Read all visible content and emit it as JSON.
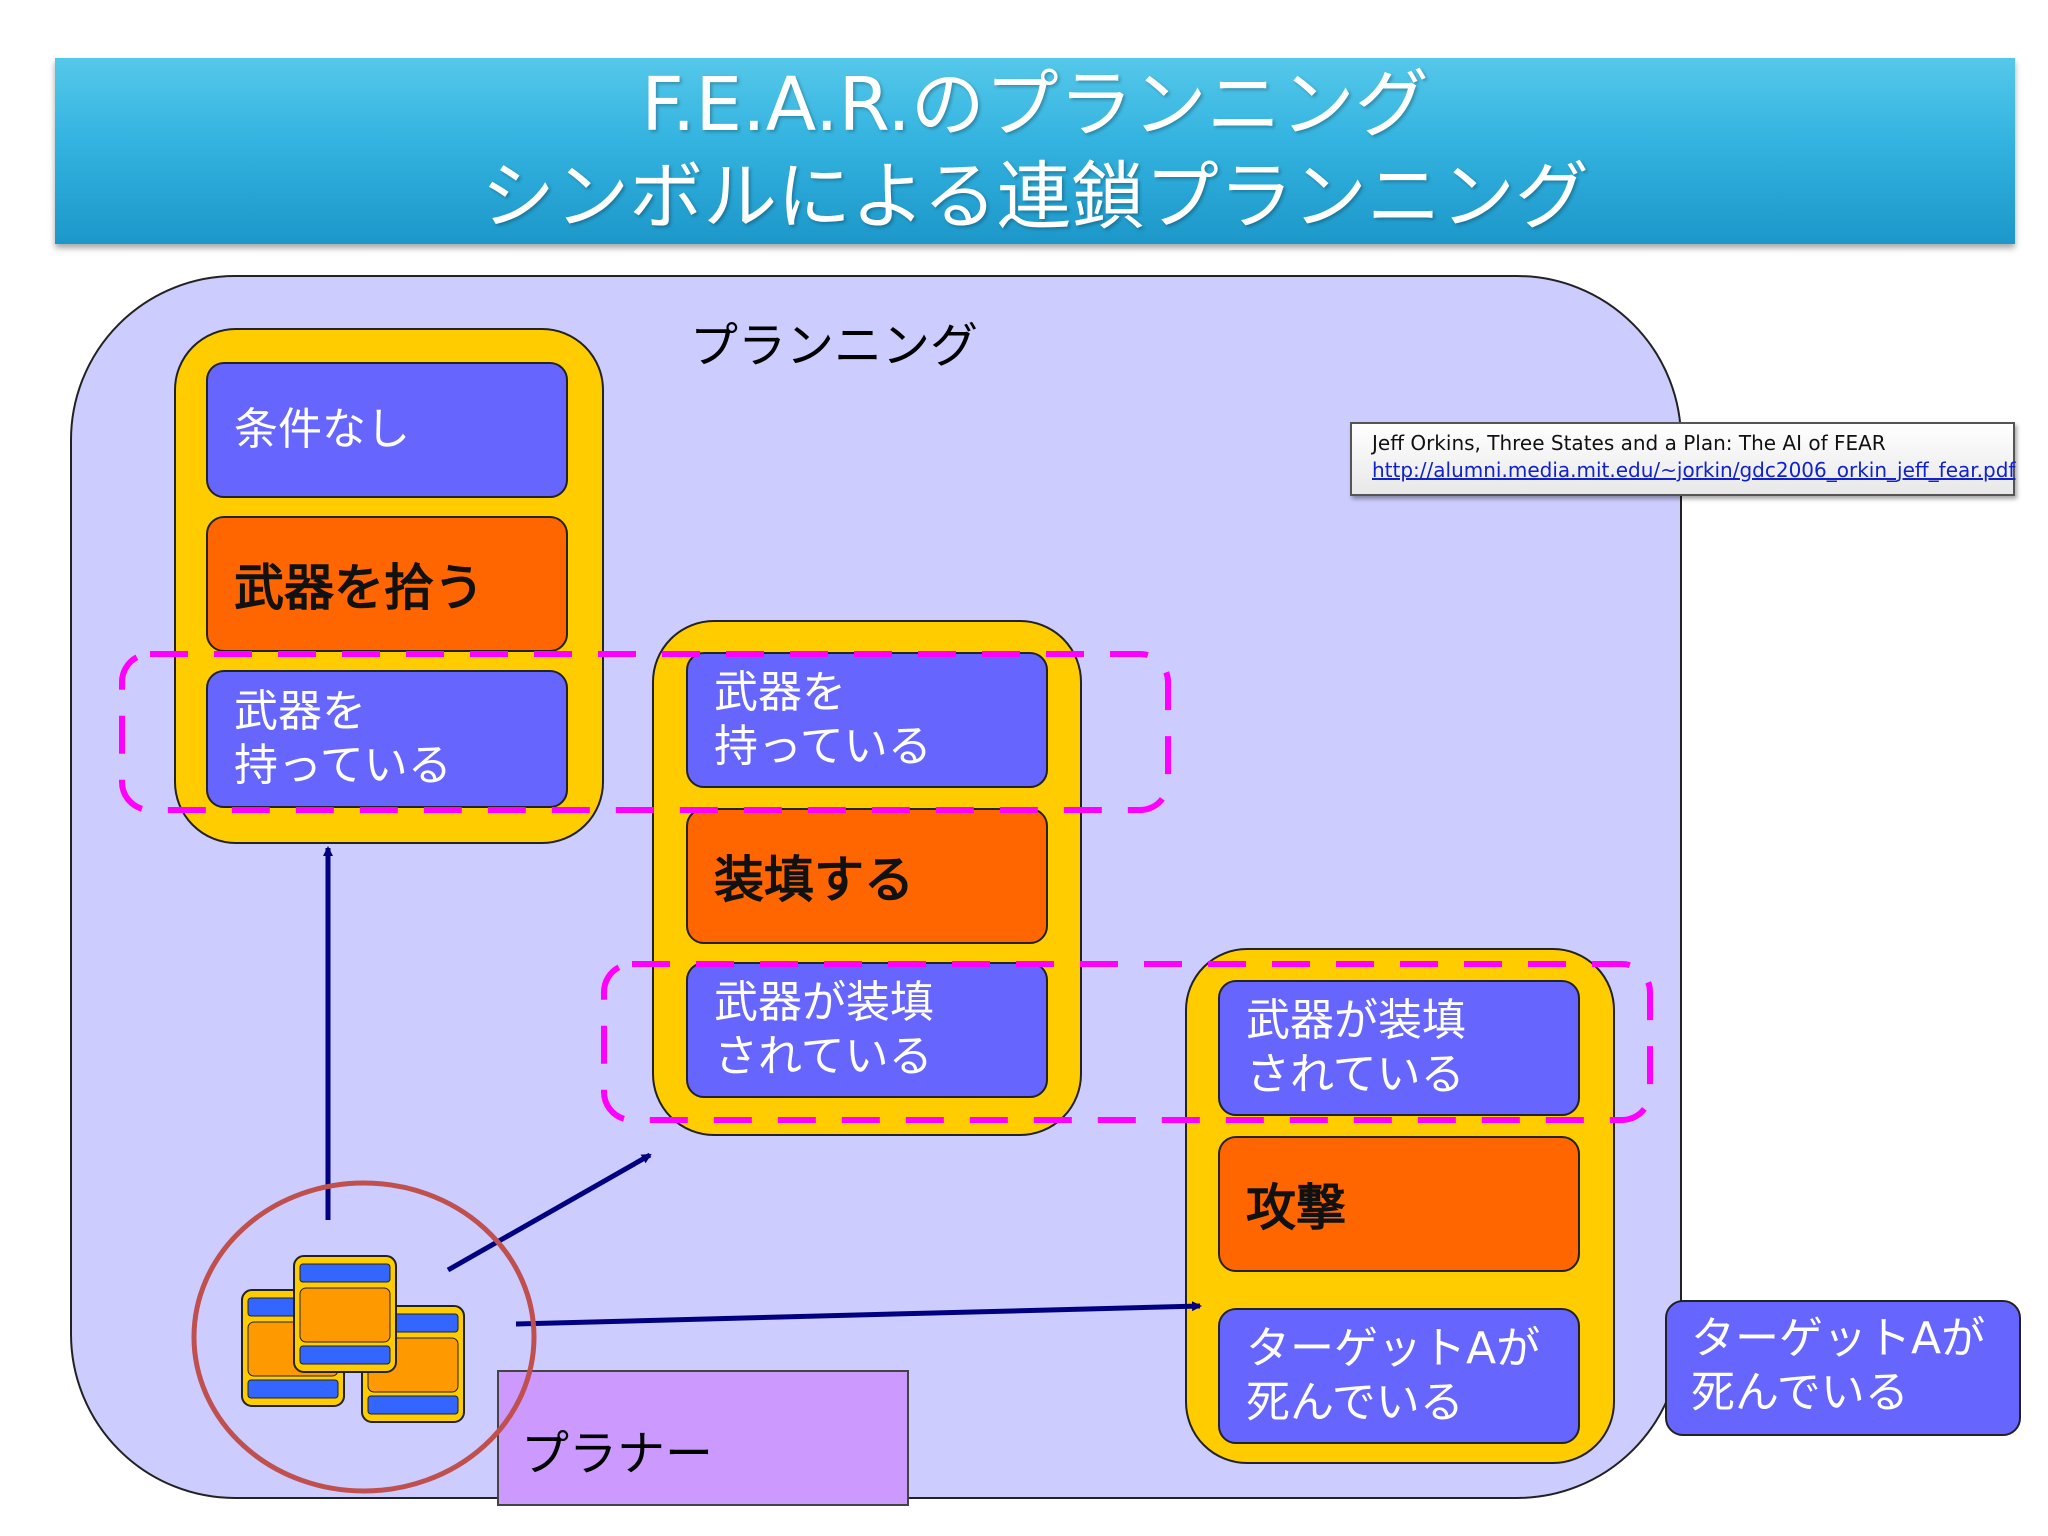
{
  "title": {
    "line1": "F.E.A.R.のプランニング",
    "line2": "シンボルによる連鎖プランニング"
  },
  "planning_area": {
    "label": "プランニング"
  },
  "citation": {
    "text": "Jeff Orkins, Three States and a Plan: The AI of FEAR",
    "url": "http://alumni.media.mit.edu/~jorkin/gdc2006_orkin_jeff_fear.pdf"
  },
  "actions": [
    {
      "precondition": "条件なし",
      "action": "武器を拾う",
      "effect": "武器を\n持っている"
    },
    {
      "precondition": "武器を\n持っている",
      "action": "装填する",
      "effect": "武器が装填\nされている"
    },
    {
      "precondition": "武器が装填\nされている",
      "action": "攻撃",
      "effect": "ターゲットAが\n死んでいる"
    }
  ],
  "goal": {
    "label": "ターゲットAが\n死んでいる"
  },
  "planner": {
    "label": "プラナー",
    "icon": "stacked-cards-icon"
  },
  "colors": {
    "banner": "#33b3e0",
    "planning_area": "#ccccff",
    "card": "#ffcc00",
    "condition": "#6666ff",
    "action": "#ff6600",
    "chain_link": "#ff00ff",
    "arrow": "#000080",
    "planner_circle": "#c0504d",
    "planner_label": "#cc99ff"
  }
}
